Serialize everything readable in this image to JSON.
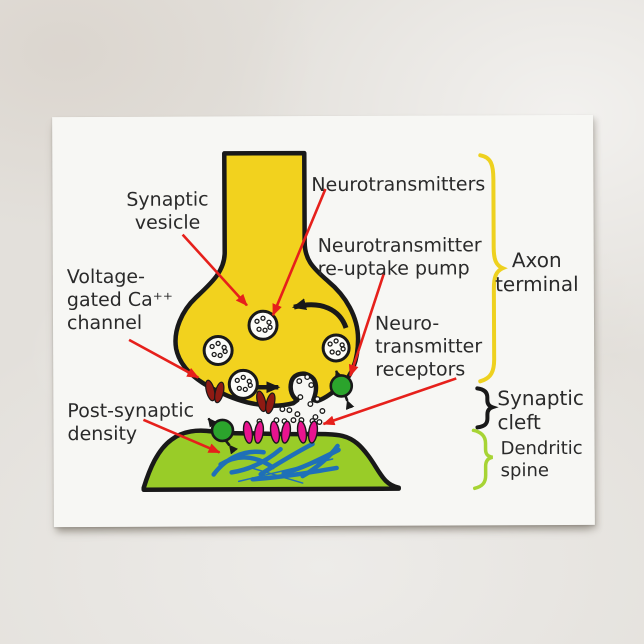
{
  "labels": {
    "synaptic_vesicle_1": "Synaptic",
    "synaptic_vesicle_2": "vesicle",
    "neurotransmitters": "Neurotransmitters",
    "reuptake_1": "Neurotransmitter",
    "reuptake_2": "re-uptake pump",
    "voltage_1": "Voltage-",
    "voltage_2": "gated Ca⁺⁺",
    "voltage_3": "channel",
    "receptors_1": "Neuro-",
    "receptors_2": "transmitter",
    "receptors_3": "receptors",
    "psd_1": "Post-synaptic",
    "psd_2": "density",
    "axon_1": "Axon",
    "axon_2": "terminal",
    "cleft_1": "Synaptic",
    "cleft_2": "cleft",
    "dendritic_1": "Dendritic",
    "dendritic_2": "spine"
  },
  "colors": {
    "background": "#e3e0db",
    "card": "#f7f7f4",
    "ink": "#2a2a2a",
    "outline": "#191919",
    "axon_yellow": "#f2d21e",
    "spine_green": "#99cc28",
    "pump_green": "#2ba42c",
    "receptor_magenta": "#e8148f",
    "channel_maroon": "#8f1a13",
    "density_blue": "#1f70b8",
    "arrow_red": "#e6201b",
    "brace_yellow": "#eed11f",
    "brace_green": "#a7d434",
    "vesicle_white": "#fcfcf9"
  }
}
